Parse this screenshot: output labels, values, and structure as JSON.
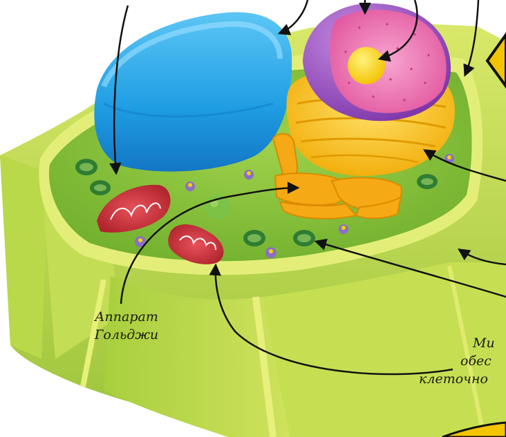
{
  "labels": {
    "golgi": {
      "line1": "Аппарат",
      "line2": "Гольджи"
    },
    "mitochondria_fragment": {
      "line1": "Ми",
      "line2": "обес",
      "line3": "клеточно"
    }
  },
  "colors": {
    "cell_wall": "#bfd84a",
    "cytoplasm": "#8cc63f",
    "vacuole": "#2aa7e8",
    "nucleus_envelope": "#9b4fc4",
    "nucleoplasm": "#f07bb8",
    "nucleolus": "#f5d000",
    "endoplasmic_reticulum": "#f6c21a",
    "golgi": "#f5a914",
    "mitochondria": "#d8353e",
    "chloroplast": "#2f7d32",
    "arrows": "#111111"
  }
}
